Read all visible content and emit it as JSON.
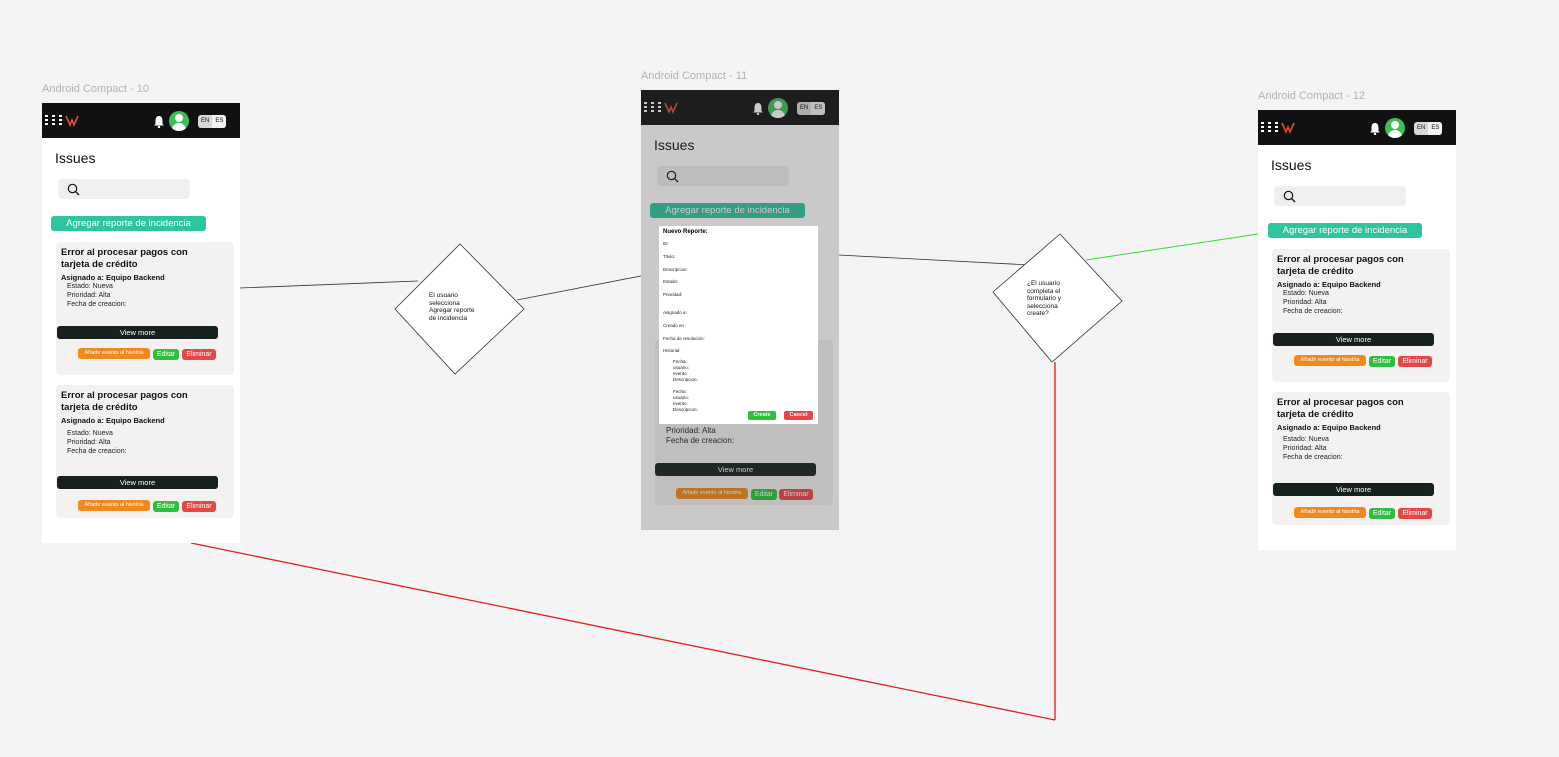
{
  "frames": [
    {
      "label": "Android Compact - 10",
      "title": "Issues",
      "add_button": "Agregar reporte de incidencia",
      "lang": [
        "EN",
        "ES"
      ],
      "cards": [
        {
          "title": "Error al procesar pagos con tarjeta de crédito",
          "assignee": "Asignado a: Equipo Backend",
          "estado": "Estado: Nueva",
          "prioridad": "Prioridad: Alta",
          "fecha": "Fecha de creacion:",
          "view_more": "View more",
          "add_event": "Añadir evento al hisotria",
          "edit": "Editar",
          "delete": "Eliminar"
        },
        {
          "title": "Error al procesar pagos con tarjeta de crédito",
          "assignee": "Asignado a: Equipo Backend",
          "estado": "Estado: Nueva",
          "prioridad": "Prioridad: Alta",
          "fecha": "Fecha de creacion:",
          "view_more": "View more",
          "add_event": "Añadir evento al hisotria",
          "edit": "Editar",
          "delete": "Eliminar"
        }
      ]
    },
    {
      "label": "Android Compact - 11",
      "title": "Issues",
      "add_button": "Agregar reporte de incidencia",
      "lang": [
        "EN",
        "ES"
      ],
      "cards": [
        {
          "prioridad": "Prioridad: Alta",
          "fecha": "Fecha de creacion:",
          "view_more": "View more",
          "add_event": "Añadir evento al hisotria",
          "edit": "Editar",
          "delete": "Eliminar"
        }
      ],
      "modal": {
        "title": "Nuevo Reporte:",
        "fields": [
          "ID:",
          "Titulo:",
          "Descripcion:",
          "Estado:",
          "Prioridad:",
          "Asignado a:",
          "Creado en :",
          "Fecha de resolución:",
          "Historial:"
        ],
        "history": [
          [
            "Fecha:",
            "usuario:",
            "evento:",
            "Descripcion:"
          ],
          [
            "Fecha:",
            "usuario:",
            "evento:",
            "Descripcion:"
          ]
        ],
        "create": "Create",
        "cancel": "Cancel"
      }
    },
    {
      "label": "Android Compact - 12",
      "title": "Issues",
      "add_button": "Agregar reporte de incidencia",
      "lang": [
        "EN",
        "ES"
      ],
      "cards": [
        {
          "title": "Error al procesar pagos con tarjeta de crédito",
          "assignee": "Asignado a: Equipo Backend",
          "estado": "Estado: Nueva",
          "prioridad": "Prioridad: Alta",
          "fecha": "Fecha de creacion:",
          "view_more": "View more",
          "add_event": "Añadir evento al hisotria",
          "edit": "Editar",
          "delete": "Eliminar"
        },
        {
          "title": "Error al procesar pagos con tarjeta de crédito",
          "assignee": "Asignado a: Equipo Backend",
          "estado": "Estado: Nueva",
          "prioridad": "Prioridad: Alta",
          "fecha": "Fecha de creacion:",
          "view_more": "View more",
          "add_event": "Añadir evento al hisotria",
          "edit": "Editar",
          "delete": "Eliminar"
        }
      ]
    }
  ],
  "decisions": [
    {
      "lines": [
        "El usuario",
        "selecciona",
        "Agregar reporte",
        "de incidencia"
      ]
    },
    {
      "lines": [
        "¿El usuario",
        "completa el",
        "formulario y",
        "selecciona",
        "create?"
      ]
    }
  ],
  "colors": {
    "canvas": "#f4f4f4",
    "appbar": "#111111",
    "accent_teal": "#2ec4a0",
    "view_more": "#16201c",
    "btn_orange": "#f08a1c",
    "btn_green": "#2fbf3f",
    "btn_red": "#e74646",
    "connector_yes": "#33dd33",
    "connector_no": "#e02020",
    "connector_default": "#333333"
  }
}
